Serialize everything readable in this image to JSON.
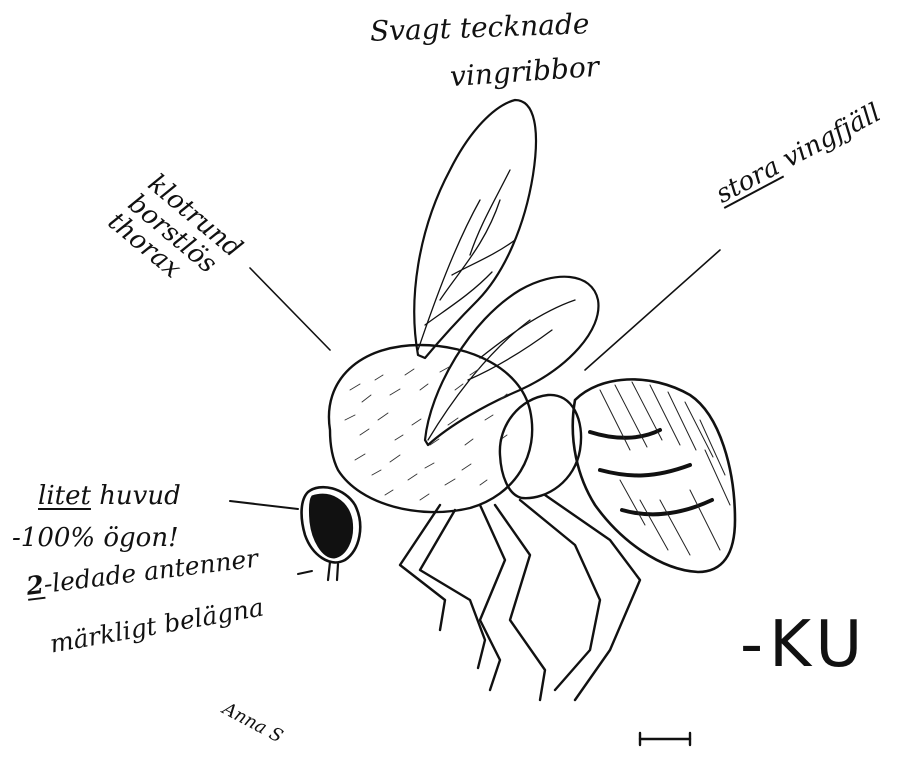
{
  "annotations": {
    "veins_line1": "Svagt tecknade",
    "veins_line2": "vingribbor",
    "thorax_line1": "klotrund",
    "thorax_line2": "borstlös",
    "thorax_line3": "thorax",
    "scales_underlined": "stora",
    "scales_rest": "vingfjäll",
    "head_underlined": "litet",
    "head_rest": "huvud",
    "eyes": "-100% ögon!",
    "antenna_num": "2",
    "antenna_rest": "-ledade antenner",
    "antenna_line2": "märkligt belägna"
  },
  "brand_text": "-KU",
  "signature": "Anna S"
}
